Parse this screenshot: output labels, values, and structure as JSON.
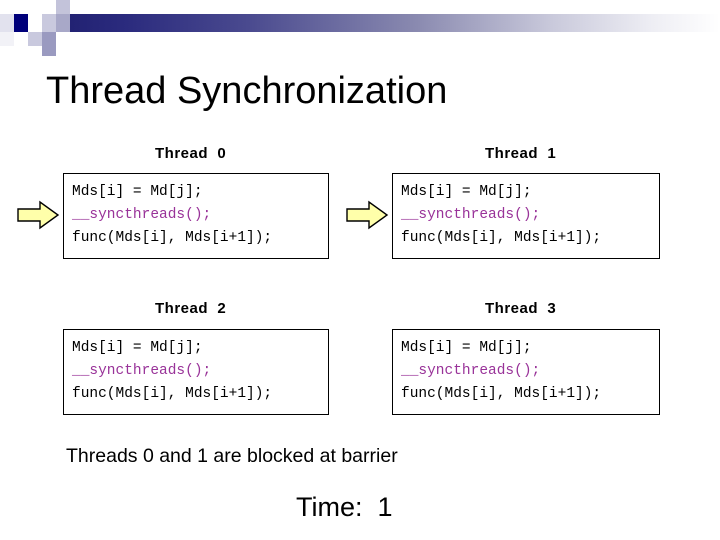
{
  "slide": {
    "title": "Thread Synchronization",
    "caption": "Threads 0 and 1 are blocked at barrier",
    "time_label": "Time:  1"
  },
  "colors": {
    "sync_keyword": "#993399",
    "banner_navy": "#1e1e6e",
    "arrow_fill": "#ffffaa",
    "arrow_stroke": "#000000",
    "box_border": "#000000",
    "text": "#000000"
  },
  "code": {
    "line1": "Mds[i] = Md[j];",
    "line2": "__syncthreads();",
    "line3": "func(Mds[i], Mds[i+1]);"
  },
  "threads": [
    {
      "id": 0,
      "label": "Thread  0",
      "blocked": true,
      "arrow_icon": "right-arrow-icon",
      "lines": [
        "Mds[i] = Md[j];",
        "__syncthreads();",
        "func(Mds[i], Mds[i+1]);"
      ]
    },
    {
      "id": 1,
      "label": "Thread  1",
      "blocked": true,
      "arrow_icon": "right-arrow-icon",
      "lines": [
        "Mds[i] = Md[j];",
        "__syncthreads();",
        "func(Mds[i], Mds[i+1]);"
      ]
    },
    {
      "id": 2,
      "label": "Thread  2",
      "blocked": false,
      "arrow_icon": null,
      "lines": [
        "Mds[i] = Md[j];",
        "__syncthreads();",
        "func(Mds[i], Mds[i+1]);"
      ]
    },
    {
      "id": 3,
      "label": "Thread  3",
      "blocked": false,
      "arrow_icon": null,
      "lines": [
        "Mds[i] = Md[j];",
        "__syncthreads();",
        "func(Mds[i], Mds[i+1]);"
      ]
    }
  ]
}
